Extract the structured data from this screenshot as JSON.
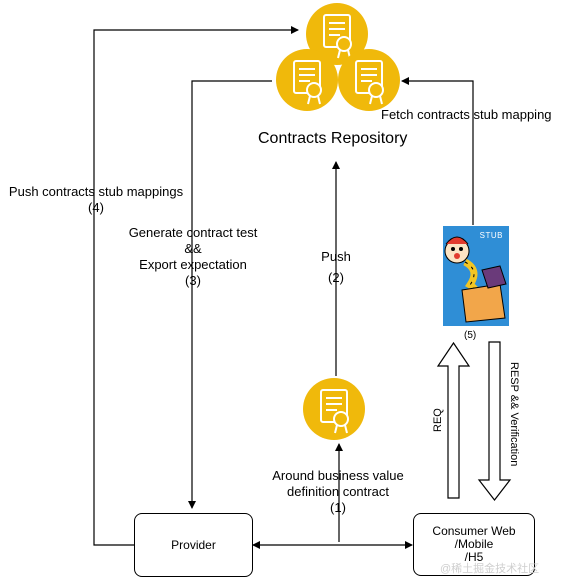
{
  "repo": {
    "label": "Contracts Repository"
  },
  "provider": {
    "label": "Provider"
  },
  "consumer": {
    "line1": "Consumer Web",
    "line2": "/Mobile",
    "line3": "/H5"
  },
  "stub": {
    "tag": "STUB",
    "number": "(5)"
  },
  "edges": {
    "push_mappings": {
      "text": "Push contracts stub mappings",
      "num": "(4)"
    },
    "generate": {
      "line1": "Generate contract test",
      "line2": "&&",
      "line3": "Export expectation",
      "num": "(3)"
    },
    "push": {
      "text": "Push",
      "num": "(2)"
    },
    "around": {
      "line1": "Around business value",
      "line2": "definition contract",
      "num": "(1)"
    },
    "fetch": {
      "text": "Fetch contracts stub mapping"
    },
    "req": {
      "text": "REQ"
    },
    "resp": {
      "text": "RESP && Verification"
    }
  },
  "watermark": "@稀土掘金技术社区",
  "colors": {
    "cert": "#f0b90b",
    "stub_bg": "#2f8ed6"
  }
}
